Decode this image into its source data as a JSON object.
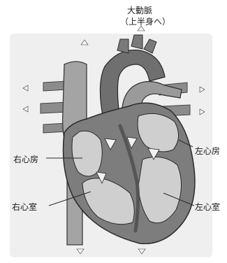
{
  "title": {
    "line1": "大動脈",
    "line2": "（上半身へ）"
  },
  "labels": {
    "right_atrium": "右心房",
    "left_atrium": "左心房",
    "right_ventricle": "右心室",
    "left_ventricle": "左心室"
  },
  "colors": {
    "vessel": "#9a9a9a",
    "vessel_dark": "#6e6e6e",
    "chamber": "#d2d2d2",
    "wall": "#7d7d7d",
    "valve": "#f2f2f2",
    "outline": "#3a3a3a",
    "background": "#eeeeee",
    "leader": "#2a2a2a"
  }
}
